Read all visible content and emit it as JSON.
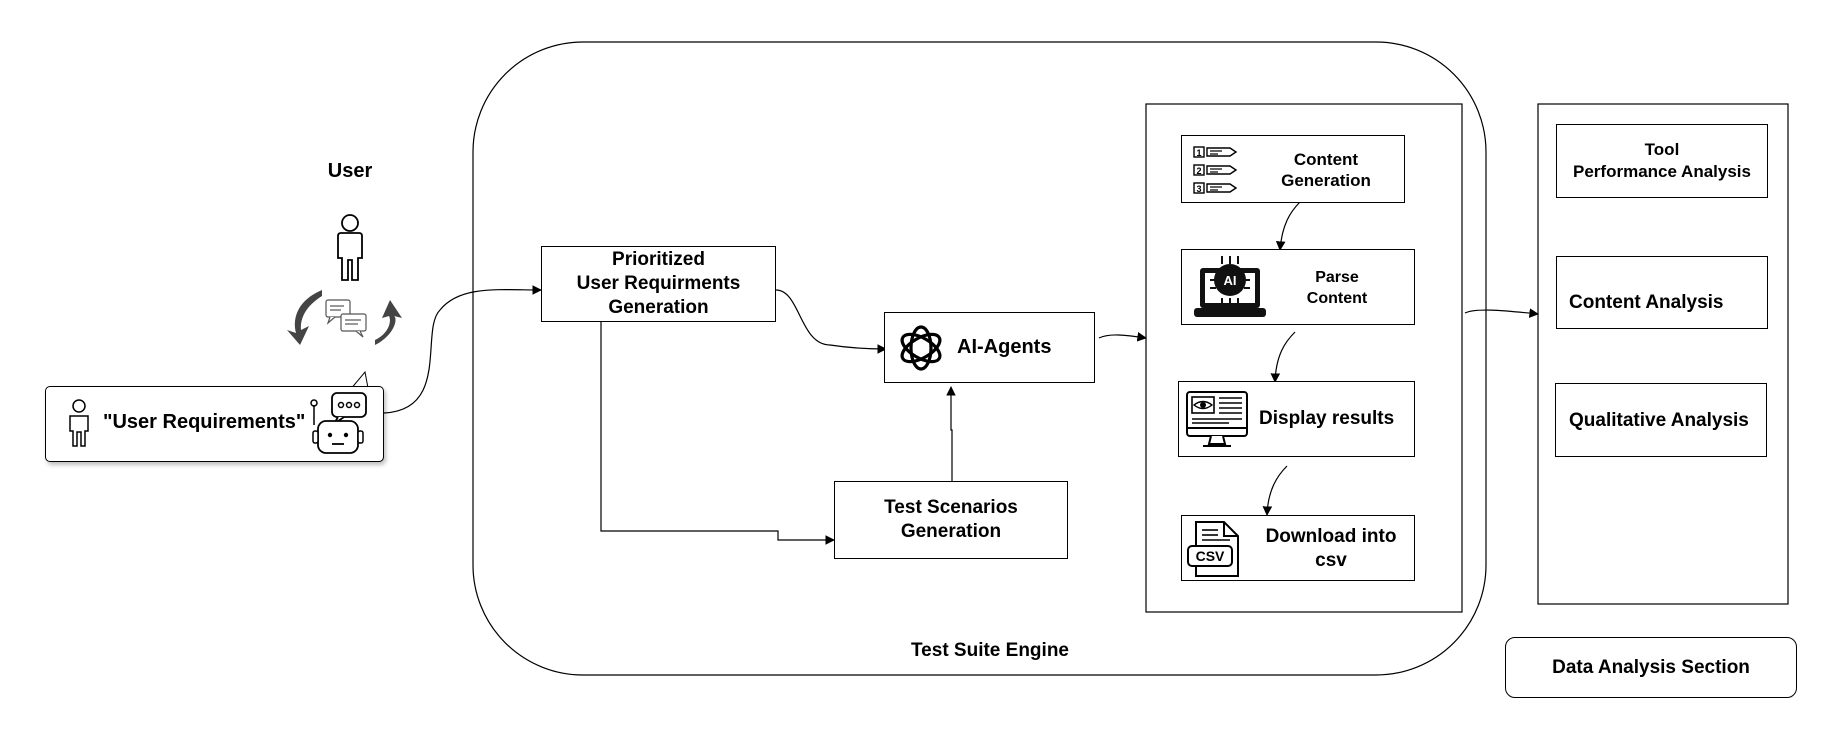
{
  "user": {
    "title": "User"
  },
  "user_requirements": {
    "label": "\"User Requirements\""
  },
  "engine": {
    "title": "Test Suite Engine",
    "prioritized": "Prioritized\nUser Requirments\nGeneration",
    "ai_agents": "AI-Agents",
    "test_scenarios": "Test Scenarios\nGeneration",
    "pipeline": {
      "content_generation": "Content\nGeneration",
      "parse_content": "Parse\nContent",
      "display_results": "Display results",
      "download_csv": "Download into\ncsv"
    }
  },
  "analysis": {
    "tool_performance": "Tool\nPerformance Analysis",
    "content_analysis": "Content Analysis",
    "qualitative_analysis": "Qualitative Analysis",
    "section_title": "Data Analysis Section"
  },
  "icons": {
    "ai_chip": "AI",
    "csv_file": "CSV",
    "list_numbers": [
      "1",
      "2",
      "3"
    ]
  },
  "colors": {
    "stroke": "#000000",
    "background": "#ffffff",
    "icon_gray": "#444444"
  }
}
